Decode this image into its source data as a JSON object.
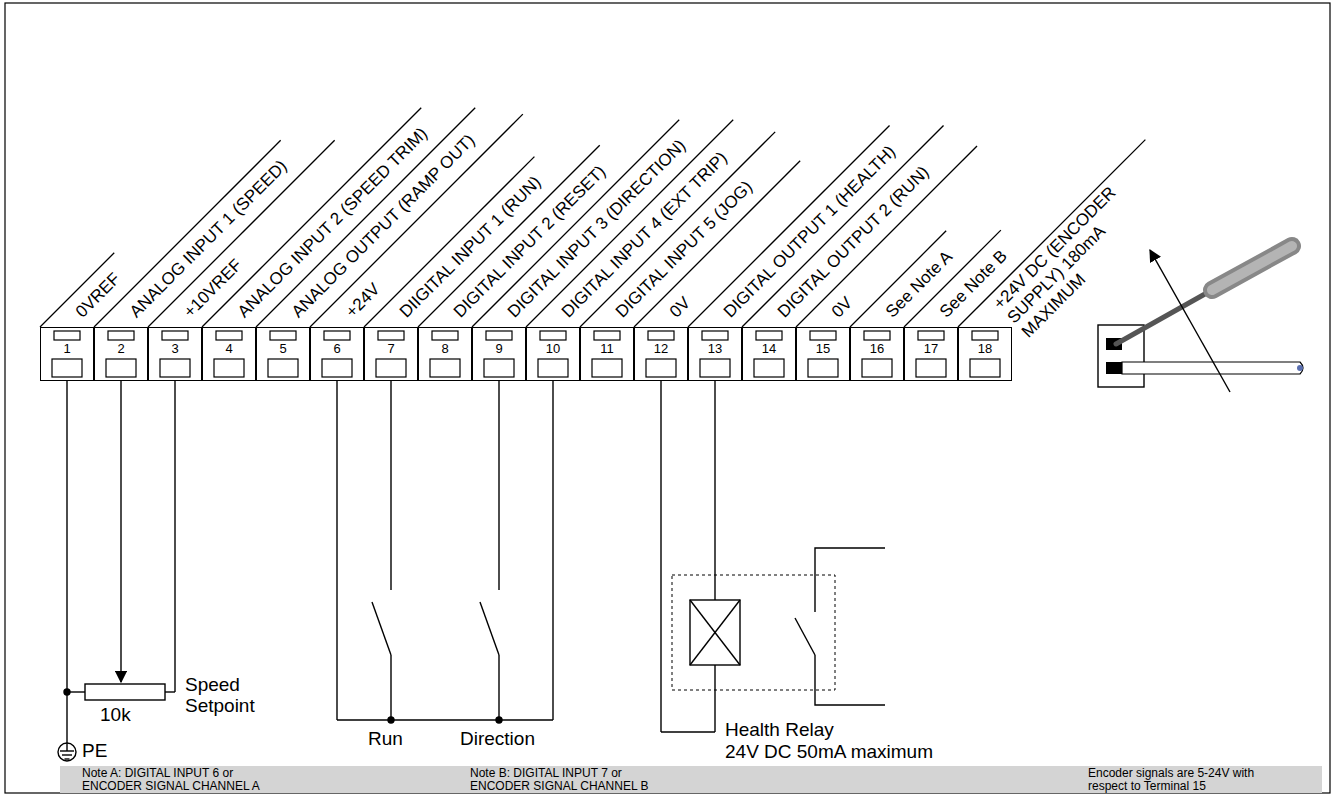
{
  "diagram": {
    "nodes": [
      {
        "text": [
          "1"
        ]
      },
      {
        "text": [
          "2"
        ]
      },
      {
        "text": [
          "3"
        ]
      },
      {
        "text": [
          "4"
        ]
      },
      {
        "text": [
          "5"
        ]
      },
      {
        "text": [
          "6"
        ]
      },
      {
        "text": [
          "7"
        ]
      },
      {
        "text": [
          "8"
        ]
      },
      {
        "text": [
          "9"
        ]
      },
      {
        "text": [
          "10"
        ]
      },
      {
        "text": [
          "11"
        ]
      },
      {
        "text": [
          "12"
        ]
      },
      {
        "text": [
          "13"
        ]
      },
      {
        "text": [
          "14"
        ]
      },
      {
        "text": [
          "15"
        ]
      },
      {
        "text": [
          "16"
        ]
      },
      {
        "text": [
          "17"
        ]
      },
      {
        "text": [
          "18"
        ]
      },
      {
        "text": [
          "Note A: DIGITAL INPUT 6 or ENCODER SIGNAL CHANNEL A",
          "Note B: DIGITAL INPUT 7 or ENCODER SIGNAL CHANNEL B",
          "Encoder signals are 5-24V with respect to Terminal 15"
        ]
      }
    ],
    "labels": [
      "0VREF",
      "ANALOG INPUT 1 (SPEED)",
      "+10VREF",
      "ANALOG INPUT 2 (SPEED TRIM)",
      "ANALOG OUTPUT (RAMP OUT)",
      "+24V",
      "DIIGITAL INPUT 1 (RUN)",
      "DIGITAL INPUT 2 (RESET)",
      "DIGITAL INPUT 3 (DIRECTION)",
      "DIGITAL INPUT 4 (EXT TRIP)",
      "DIGITAL INPUT 5 (JOG)",
      "0V",
      "DIGITAL OUTPUT 1 (HEALTH)",
      "DIGITAL OUTPUT 2 (RUN)",
      "0V",
      "See Note A",
      "See Note B",
      "+24V DC (ENCODER SUPPLY) 180mA MAXIMUM",
      "Speed Setpoint",
      "10k",
      "PE",
      "Run",
      "Direction",
      "Health Relay",
      "24V DC 50mA maximum"
    ]
  }
}
